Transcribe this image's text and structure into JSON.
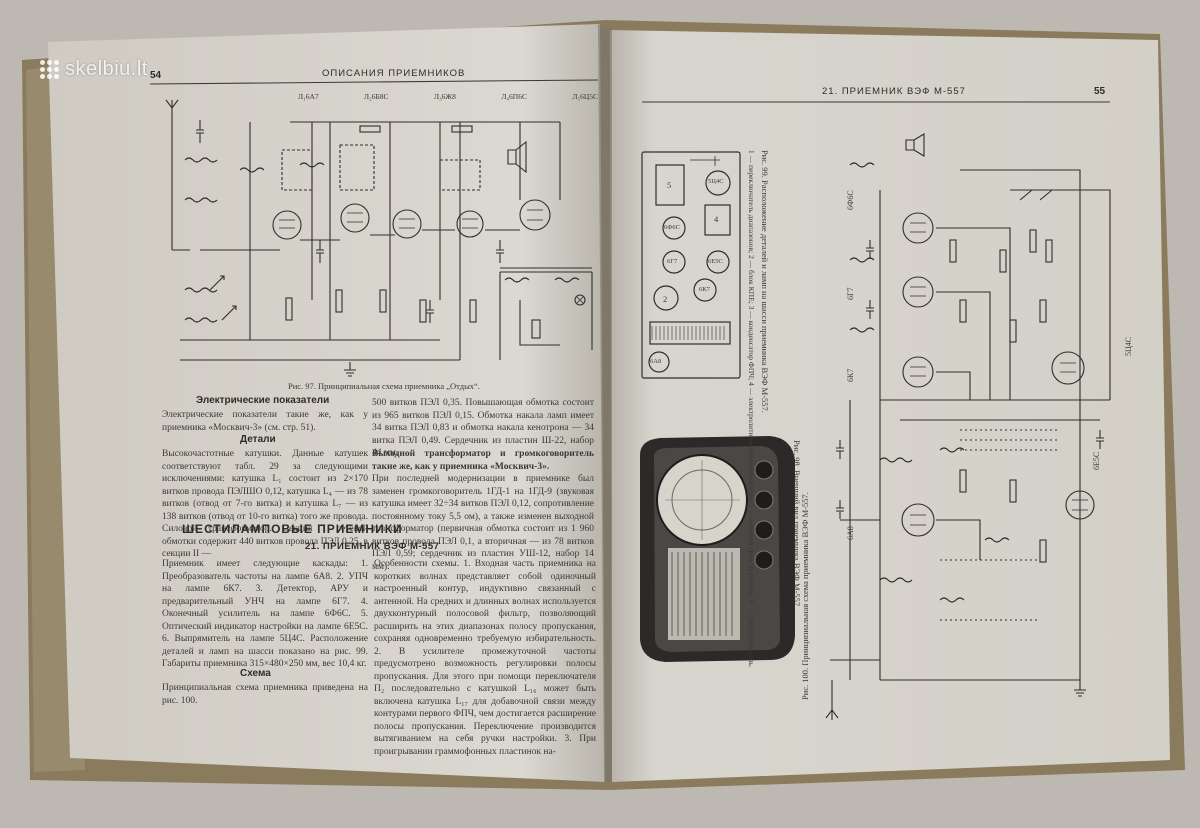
{
  "watermark": {
    "text": "skelbiu.lt",
    "icon": "grid-dots-icon"
  },
  "left_page": {
    "number": "54",
    "running_head": "ОПИСАНИЯ ПРИЕМНИКОВ",
    "tube_labels": [
      "Л₁6А7",
      "Л₂6Б8С",
      "Л₃6Ж8",
      "Л₄6П6С",
      "Л₅6Ц5С"
    ],
    "figure_caption": "Рис. 97. Принципиальная схема приемника „Отдых“.",
    "heading_electric": "Электрические показатели",
    "para_electric": "Электрические показатели такие же, как у приемника «Москвич-3» (см. стр. 51).",
    "heading_details": "Детали",
    "para_details": "Высокочастотные катушки. Данные катушек соответствуют табл. 29 за следующими исключениями: катушка L₁ состоит из 2×170 витков провода ПЭЛШО 0,12, катушка L₄ — из 78 витков (отвод от 7-го витка) и катушка L₇ — из 138 витков (отвод от 10-го витка) того же провода. Силовой трансформатор. Секция I сетевой обмотки содержит 440 витков провода ПЭЛ 0,25, в секции II —",
    "col2_top": "500 витков ПЭЛ 0,35. Повышающая обмотка состоит из 965 витков ПЭЛ 0,15. Обмотка накала ламп имеет 34 витка ПЭЛ 0,83 и обмотка накала кенотрона — 34 витка ПЭЛ 0,49. Сердечник из пластин Ш-22, набор 44 мм.",
    "col2_head": "Выходной трансформатор и громкоговоритель такие же, как у приемника «Москвич-3».",
    "col2_rest": "При последней модернизации в приемнике был заменен громкоговоритель 1ГД-1 на 1ГД-9 (звуковая катушка имеет 32÷34 витков ПЭЛ 0,12, сопротивление постоянному току 5,5 ом), а также изменен выходной трансформатор (первичная обмотка состоит из 1 960 витков провода ПЭЛ 0,1, а вторичная — из 78 витков ПЭЛ 0,59; сердечник из пластин УШ-12, набор 14 мм).",
    "section_title": "ШЕСТИЛАМПОВЫЕ ПРИЕМНИКИ",
    "subsection_title": "21. ПРИЕМНИК ВЭФ М-557",
    "col1_lower": "Приемник имеет следующие каскады: 1. Преобразователь частоты на лампе 6А8. 2. УПЧ на лампе 6К7. 3. Детектор, АРУ и предварительный УНЧ на лампе 6Г7. 4. Оконечный усилитель на лампе 6Ф6С. 5. Оптический индикатор настройки на лампе 6Е5С. 6. Выпрямитель на лампе 5Ц4С. Расположение деталей и ламп на шасси показано на рис. 99. Габариты приемника 315×480×250 мм, вес 10,4 кг.",
    "heading_scheme": "Схема",
    "para_scheme": "Принципиальная схема приемника приведена на рис. 100.",
    "col2_lower": "Особенности схемы. 1. Входная часть приемника на коротких волнах представляет собой одиночный настроенный контур, индуктивно связанный с антенной. На средних и длинных волнах используется двухконтурный полосовой фильтр, позволяющий расширить на этих диапазонах полосу пропускания, сохраняя одновременно требуемую избирательность. 2. В усилителе промежуточной частоты предусмотрено возможность регулировки полосы пропускания. Для этого при помощи переключателя П₂ последовательно с катушкой L₁₆ может быть включена катушка L₁₇ для добавочной связи между контурами первого ФПЧ, чем достигается расширение полосы пропускания. Переключение производится вытягиванием на себя ручки настройки. 3. При проигрывании граммофонных пластинок на-"
  },
  "right_page": {
    "number": "55",
    "running_head": "21. ПРИЕМНИК ВЭФ М-557",
    "fig99_caption": "Рис. 99. Расположение деталей и ламп на шасси приемника ВЭФ М-557.",
    "fig99_legend": "1 — переключатель диапазонов; 2 — блок КПЕ; 3 — конденсатор ФПЧ; 4 — электролитический конденсатор; 5 — силовой трансформатор; 6 — предохранитель.",
    "fig98_caption": "Рис. 98. Внешний вид приемника ВЭФ М-557.",
    "fig100_caption": "Рис. 100. Принципиальная схема приемника ВЭФ М-557.",
    "tube_labels": [
      "6Ф6С",
      "6Г7",
      "6К7",
      "6А8",
      "5Ц4С",
      "6Е5С"
    ],
    "layout_labels": [
      "5",
      "4",
      "6Ф6С",
      "6Г7",
      "6К7",
      "6А8",
      "5Ц4С",
      "6Е5С",
      "2",
      "3"
    ]
  },
  "colors": {
    "cover": "#8a7b5c",
    "paper_left": "#d9d6cf",
    "paper_right": "#dcd9d2",
    "ink": "#3a3935"
  }
}
